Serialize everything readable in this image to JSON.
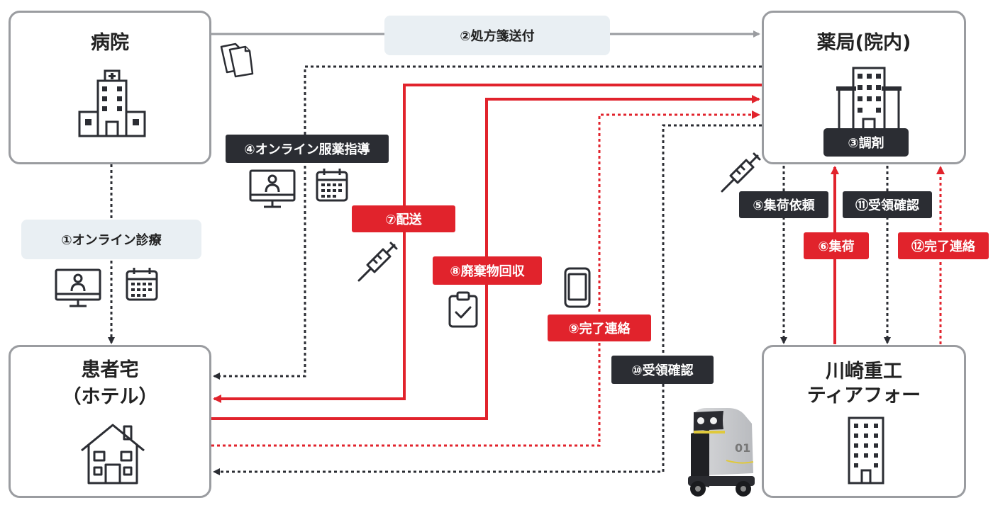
{
  "nodes": {
    "hospital": "病院",
    "pharmacy": "薬局(院内)",
    "patient_line1": "患者宅",
    "patient_line2": "（ホテル）",
    "kawasaki_line1": "川崎重工",
    "kawasaki_line2": "ティアフォー"
  },
  "steps": {
    "s1": "①オンライン診療",
    "s2": "②処方箋送付",
    "s3": "③調剤",
    "s4": "④オンライン服薬指導",
    "s5": "⑤集荷依頼",
    "s6": "⑥集荷",
    "s7": "⑦配送",
    "s8": "⑧廃棄物回収",
    "s9": "⑨完了連絡",
    "s10": "⑩受領確認",
    "s11": "⑪受領確認",
    "s12": "⑫完了連絡"
  },
  "colors": {
    "red": "#e1232c",
    "dark": "#2b2d33",
    "gray": "#9a9ca0",
    "light": "#e9eff3"
  },
  "icons": [
    "hospital-building-icon",
    "pharmacy-building-icon",
    "house-icon",
    "office-tower-icon",
    "computer-monitor-icon",
    "calendar-icon",
    "syringe-icon",
    "documents-icon",
    "smartphone-icon",
    "clipboard-check-icon",
    "delivery-robot-icon"
  ]
}
